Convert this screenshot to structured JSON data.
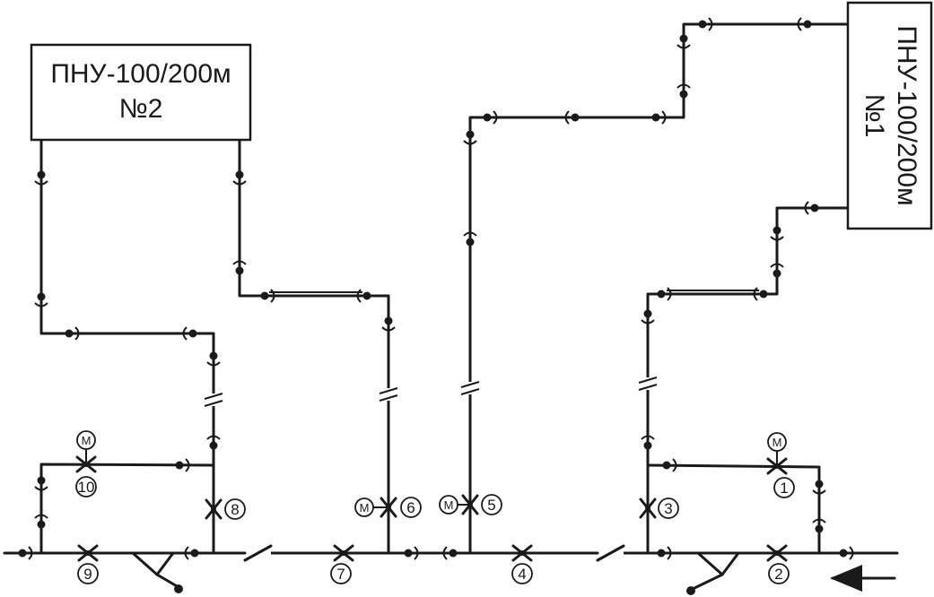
{
  "units": {
    "unit_2": {
      "name": "ПНУ-100/200м",
      "number": "№2"
    },
    "unit_1": {
      "name": "ПНУ-100/200м",
      "number": "№1"
    }
  },
  "valves": [
    {
      "id": "1",
      "motorized": true
    },
    {
      "id": "2",
      "motorized": false
    },
    {
      "id": "3",
      "motorized": false
    },
    {
      "id": "4",
      "motorized": false
    },
    {
      "id": "5",
      "motorized": true
    },
    {
      "id": "6",
      "motorized": true
    },
    {
      "id": "7",
      "motorized": false
    },
    {
      "id": "8",
      "motorized": false
    },
    {
      "id": "9",
      "motorized": false
    },
    {
      "id": "10",
      "motorized": true
    }
  ],
  "motor_label": "М",
  "colors": {
    "line": "#1a1a1a",
    "background": "#ffffff"
  },
  "icons": {
    "flow_direction": "arrow-left-icon"
  }
}
